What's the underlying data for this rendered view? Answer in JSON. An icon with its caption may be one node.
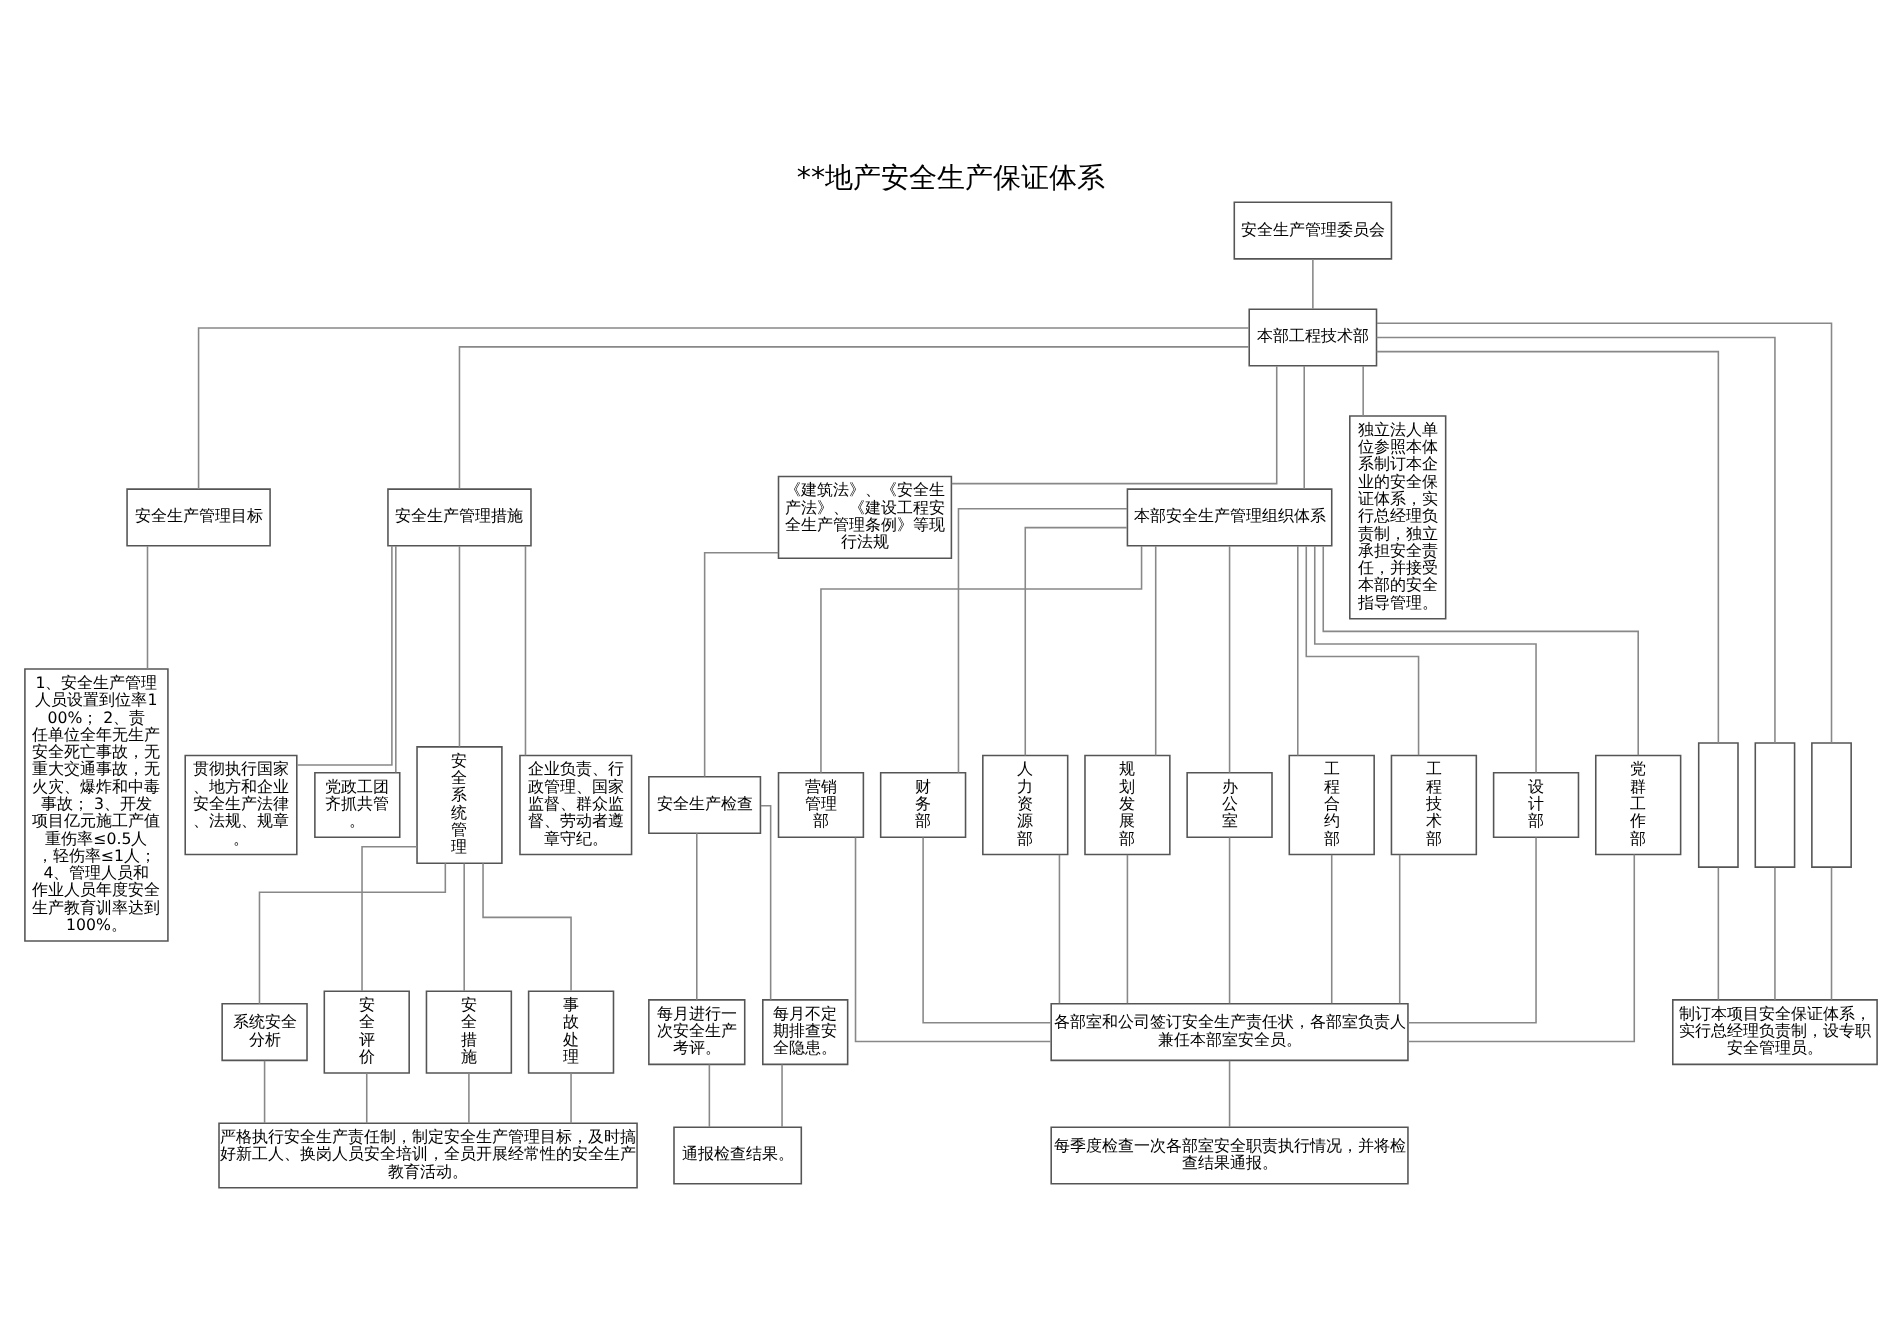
{
  "diagram": {
    "title": "**地产安全生产保证体系",
    "nodes": [
      {
        "text": [
          "安全生产管理委员会"
        ]
      },
      {
        "text": [
          "本部工程技术部"
        ]
      },
      {
        "text": [
          "安全生产管理目标"
        ]
      },
      {
        "text": [
          "安全生产管理措施"
        ]
      },
      {
        "text": [
          "《建筑法》、《安全生产法》、《建设工程安全生产管理条例》等现行法规"
        ]
      },
      {
        "text": [
          "本部安全生产管理组织体系"
        ]
      },
      {
        "text": [
          "独立法人单位参照本体系制订本企业的安全保证体系，实行总经理负责制，独立承担安全责任，并接受本部的安全指导管理。"
        ]
      },
      {
        "text": [
          "1、安全生产管理人员设置到位率100%； 2、责任单位全年无生产安全死亡事故，无重大交通事故，无火灾、爆炸和中毒事故； 3、开发项目亿元施工产值重伤率≤0.5人，轻伤率≤1人； 4、管理人员和作业人员年度安全生产教育训率达到100%。"
        ]
      },
      {
        "text": [
          "贯彻执行国家、地方和企业安全生产法律、法规、规章。"
        ]
      },
      {
        "text": [
          "党政工团齐抓共管。"
        ]
      },
      {
        "text": [
          "安全系统管理"
        ]
      },
      {
        "text": [
          "企业负责、行政管理、国家监督、群众监督、劳动者遵章守纪。"
        ]
      },
      {
        "text": [
          "系统安全分析"
        ]
      },
      {
        "text": [
          "安全评价"
        ]
      },
      {
        "text": [
          "安全措施"
        ]
      },
      {
        "text": [
          "事故处理"
        ]
      },
      {
        "text": [
          "严格执行安全生产责任制，制定安全生产管理目标，及时搞好新工人、换岗人员安全培训，全员开展经常性的安全生产教育活动。"
        ]
      },
      {
        "text": [
          "安全生产检查"
        ]
      },
      {
        "text": [
          "每月进行一次安全生产考评。"
        ]
      },
      {
        "text": [
          "每月不定期排查安全隐患。"
        ]
      },
      {
        "text": [
          "通报检查结果。"
        ]
      },
      {
        "text": [
          "营销管理部"
        ]
      },
      {
        "text": [
          "财务部"
        ]
      },
      {
        "text": [
          "人力资源部"
        ]
      },
      {
        "text": [
          "规划发展部"
        ]
      },
      {
        "text": [
          "办公室"
        ]
      },
      {
        "text": [
          "工程合约部"
        ]
      },
      {
        "text": [
          "工程技术部"
        ]
      },
      {
        "text": [
          "设计部"
        ]
      },
      {
        "text": [
          "党群工作部"
        ]
      },
      {
        "text": [
          "各部室和公司签订安全生产责任状，各部室负责人兼任本部室安全员。"
        ]
      },
      {
        "text": [
          "每季度检查一次各部室安全职责执行情况，并将检查结果通报。"
        ]
      },
      {
        "text": [],
        "shape": "box"
      },
      {
        "text": [],
        "shape": "box"
      },
      {
        "text": [],
        "shape": "box"
      },
      {
        "text": [
          "制订本项目安全保证体系，实行总经理负责制，设专职安全管理员。"
        ]
      }
    ],
    "edges": [
      {
        "from": 0,
        "to": 1,
        "arrow": "none"
      },
      {
        "from": 1,
        "to": 2,
        "arrow": "none"
      },
      {
        "from": 1,
        "to": 3,
        "arrow": "none"
      },
      {
        "from": 1,
        "to": 4,
        "arrow": "none"
      },
      {
        "from": 1,
        "to": 5,
        "arrow": "none"
      },
      {
        "from": 1,
        "to": 32,
        "arrow": "none"
      },
      {
        "from": 1,
        "to": 33,
        "arrow": "none"
      },
      {
        "from": 1,
        "to": 34,
        "arrow": "none"
      },
      {
        "from": 1,
        "to": 6,
        "arrow": "none"
      },
      {
        "from": 2,
        "to": 7,
        "arrow": "none"
      },
      {
        "from": 3,
        "to": 8,
        "arrow": "none"
      },
      {
        "from": 3,
        "to": 9,
        "arrow": "none"
      },
      {
        "from": 3,
        "to": 10,
        "arrow": "none"
      },
      {
        "from": 3,
        "to": 11,
        "arrow": "none"
      },
      {
        "from": 10,
        "to": 12,
        "arrow": "none"
      },
      {
        "from": 10,
        "to": 13,
        "arrow": "none"
      },
      {
        "from": 10,
        "to": 14,
        "arrow": "none"
      },
      {
        "from": 10,
        "to": 15,
        "arrow": "none"
      },
      {
        "from": 12,
        "to": 16,
        "arrow": "none"
      },
      {
        "from": 13,
        "to": 16,
        "arrow": "none"
      },
      {
        "from": 14,
        "to": 16,
        "arrow": "none"
      },
      {
        "from": 15,
        "to": 16,
        "arrow": "none"
      },
      {
        "from": 4,
        "to": 17,
        "arrow": "none"
      },
      {
        "from": 17,
        "to": 18,
        "arrow": "none"
      },
      {
        "from": 17,
        "to": 19,
        "arrow": "none"
      },
      {
        "from": 18,
        "to": 20,
        "arrow": "none"
      },
      {
        "from": 19,
        "to": 20,
        "arrow": "none"
      },
      {
        "from": 5,
        "to": 21,
        "arrow": "none"
      },
      {
        "from": 5,
        "to": 22,
        "arrow": "none"
      },
      {
        "from": 5,
        "to": 23,
        "arrow": "none"
      },
      {
        "from": 5,
        "to": 24,
        "arrow": "none"
      },
      {
        "from": 5,
        "to": 25,
        "arrow": "none"
      },
      {
        "from": 5,
        "to": 26,
        "arrow": "none"
      },
      {
        "from": 5,
        "to": 27,
        "arrow": "none"
      },
      {
        "from": 5,
        "to": 28,
        "arrow": "none"
      },
      {
        "from": 5,
        "to": 29,
        "arrow": "none"
      },
      {
        "from": 21,
        "to": 30,
        "arrow": "none"
      },
      {
        "from": 22,
        "to": 30,
        "arrow": "none"
      },
      {
        "from": 23,
        "to": 30,
        "arrow": "none"
      },
      {
        "from": 24,
        "to": 30,
        "arrow": "none"
      },
      {
        "from": 25,
        "to": 30,
        "arrow": "none"
      },
      {
        "from": 26,
        "to": 30,
        "arrow": "none"
      },
      {
        "from": 27,
        "to": 30,
        "arrow": "none"
      },
      {
        "from": 28,
        "to": 30,
        "arrow": "none"
      },
      {
        "from": 29,
        "to": 30,
        "arrow": "none"
      },
      {
        "from": 30,
        "to": 31,
        "arrow": "none"
      },
      {
        "from": 32,
        "to": 35,
        "arrow": "none"
      },
      {
        "from": 33,
        "to": 35,
        "arrow": "none"
      },
      {
        "from": 34,
        "to": 35,
        "arrow": "none"
      }
    ]
  }
}
